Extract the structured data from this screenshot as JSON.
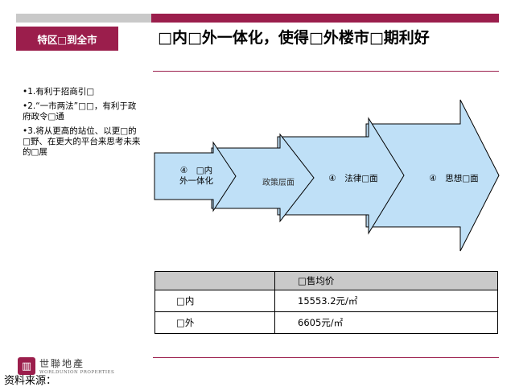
{
  "header": {
    "section_tag": "特区□到全市",
    "title": "□内□外一体化，使得□外楼市□期利好"
  },
  "bullets": [
    "•1.有利于招商引□",
    "•2.“一市两法”□□，有利于政府政令□通",
    "•3.将从更高的站位、以更□的□野、在更大的平台来思考未来的□展"
  ],
  "arrows": [
    {
      "label_line1": "④　□内",
      "label_line2": "外一体化"
    },
    {
      "label": "政策层面"
    },
    {
      "label": "④　法律□面"
    },
    {
      "label": "④　思想□面"
    }
  ],
  "colors": {
    "accent": "#9b1e4c",
    "arrow_fill": "#bfe0f7",
    "header_gray": "#c9c9c9"
  },
  "price_table": {
    "header": [
      "",
      "□售均价"
    ],
    "rows": [
      {
        "name": "□内",
        "value": "15553.2元/㎡"
      },
      {
        "name": "□外",
        "value": "6605元/㎡"
      }
    ]
  },
  "footer": {
    "logo_icon": "building-logo-icon",
    "logo_cn": "世聯地產",
    "logo_en": "WORLDUNION PROPERTIES",
    "source": "资料来源："
  }
}
